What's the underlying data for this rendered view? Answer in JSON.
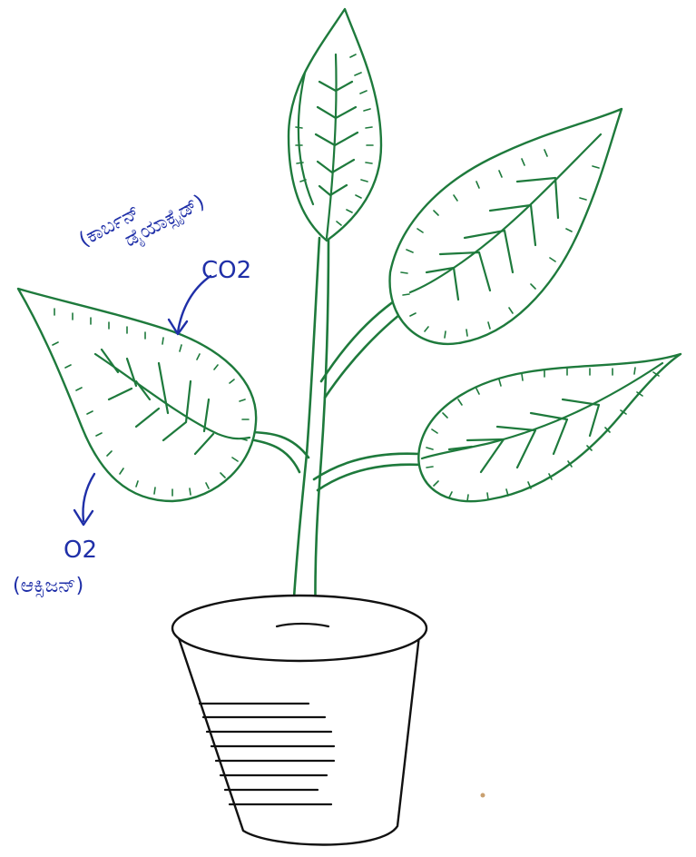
{
  "labels": {
    "co2_formula": "CO2",
    "co2_name_line1": "(ಕಾರ್ಬನ್",
    "co2_name_line2": "ಡೈಯಾಕ್ಸೈಡ್)",
    "o2_formula": "O2",
    "o2_name": "(ಆಕ್ಸಿಜನ್)"
  },
  "colors": {
    "plant": "#1e7a3c",
    "label_ink": "#1f2fa8",
    "pot": "#111111"
  }
}
